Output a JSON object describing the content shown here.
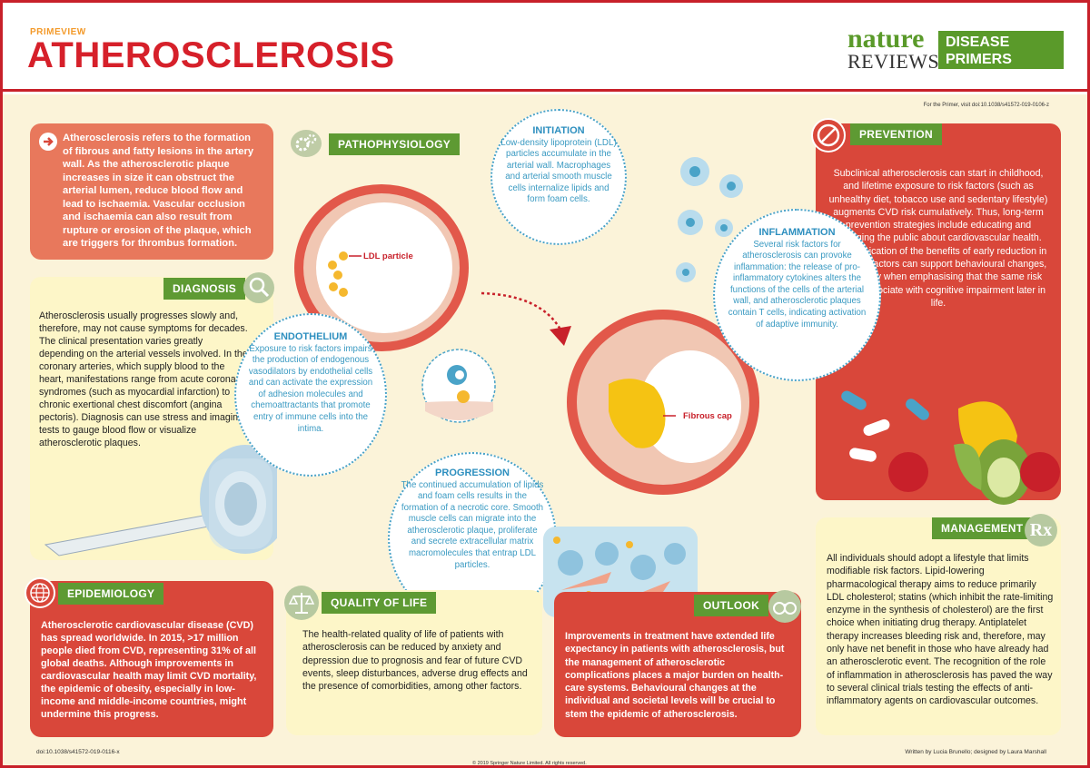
{
  "header": {
    "kicker": "PRIMEVIEW",
    "title": "ATHEROSCLEROSIS",
    "logo_nature": "nature",
    "logo_reviews": "REVIEWS",
    "logo_box_line1": "DISEASE",
    "logo_box_line2": "PRIMERS"
  },
  "doi_note": "For the Primer, visit doi:10.1038/s41572-019-0106-z",
  "intro": "Atherosclerosis refers to the formation of fibrous and fatty lesions in the artery wall. As the atherosclerotic plaque increases in size it can obstruct the arterial lumen, reduce blood flow and lead to ischaemia. Vascular occlusion and ischaemia can also result from rupture or erosion of the plaque, which are triggers for thrombus formation.",
  "diagnosis": {
    "label": "DIAGNOSIS",
    "text": "Atherosclerosis usually progresses slowly and, therefore, may not cause symptoms for decades. The clinical presentation varies greatly depending on the arterial vessels involved. In the coronary arteries, which supply blood to the heart, manifestations range from acute coronary syndromes (such as myocardial infarction) to chronic exertional chest discomfort (angina pectoris). Diagnosis can use stress and imaging tests to gauge blood flow or visualize atherosclerotic plaques."
  },
  "epidemiology": {
    "label": "EPIDEMIOLOGY",
    "text": "Atherosclerotic cardiovascular disease (CVD) has spread worldwide. In 2015, >17 million people died from CVD, representing 31% of all global deaths. Although improvements in cardiovascular health may limit CVD mortality, the epidemic of obesity, especially in low-income and middle-income countries, might undermine this progress."
  },
  "pathophysiology": {
    "label": "PATHOPHYSIOLOGY"
  },
  "initiation": {
    "title": "INITIATION",
    "text": "Low-density lipoprotein (LDL) particles accumulate in the arterial wall. Macrophages and arterial smooth muscle cells internalize lipids and form foam cells."
  },
  "ldl_label": "LDL particle",
  "fibrous_label": "Fibrous cap",
  "endothelium": {
    "title": "ENDOTHELIUM",
    "text": "Exposure to risk factors impairs the production of endogenous vasodilators by endothelial cells and can activate the expression of adhesion molecules and chemoattractants that promote entry of immune cells into the intima."
  },
  "inflammation": {
    "title": "INFLAMMATION",
    "text": "Several risk factors for atherosclerosis can provoke inflammation: the release of pro-inflammatory cytokines alters the functions of the cells of the arterial wall, and atherosclerotic plaques contain T cells, indicating activation of adaptive immunity."
  },
  "progression": {
    "title": "PROGRESSION",
    "text": "The continued accumulation of lipids and foam cells results in the formation of a necrotic core. Smooth muscle cells can migrate into the atherosclerotic plaque, proliferate and secrete extracellular matrix macromolecules that entrap LDL particles."
  },
  "prevention": {
    "label": "PREVENTION",
    "text": "Subclinical atherosclerosis can start in childhood, and lifetime exposure to risk factors (such as unhealthy diet, tobacco use and sedentary lifestyle) augments CVD risk cumulatively. Thus, long-term prevention strategies include educating and engaging the public about cardiovascular health. Communication of the benefits of early reduction in CVD risk factors can support behavioural changes, particularly when emphasising that the same risk factors associate with cognitive impairment later in life."
  },
  "management": {
    "label": "MANAGEMENT",
    "icon_text": "Rx",
    "text": "All individuals should adopt a lifestyle that limits modifiable risk factors. Lipid-lowering pharmacological therapy aims to reduce primarily LDL cholesterol; statins (which inhibit the rate-limiting enzyme in the synthesis of cholesterol) are the first choice when initiating drug therapy. Antiplatelet therapy increases bleeding risk and, therefore, may only have net benefit in those who have already had an atherosclerotic event. The recognition of the role of inflammation in atherosclerosis has paved the way to several clinical trials testing the effects of anti-inflammatory agents on cardiovascular outcomes."
  },
  "quality": {
    "label": "QUALITY OF LIFE",
    "text": "The health-related quality of life of patients with atherosclerosis can be reduced by anxiety and depression due to prognosis and fear of future CVD events, sleep disturbances, adverse drug effects and the presence of comorbidities, among other factors."
  },
  "outlook": {
    "label": "OUTLOOK",
    "text": "Improvements in treatment have extended life expectancy in patients with atherosclerosis, but the management of atherosclerotic complications places a major burden on health-care systems. Behavioural changes at the individual and societal levels will be crucial to stem the epidemic of atherosclerosis."
  },
  "footer": {
    "doi": "doi:10.1038/s41572-019-0116-x",
    "credit": "Written by Lucia Brunello; designed by Laura Marshall",
    "copyright": "© 2019 Springer Nature Limited. All rights reserved."
  },
  "colors": {
    "red": "#d9473a",
    "green": "#5e9a33",
    "cream": "#fbf3d9",
    "blue": "#3a9ac2"
  }
}
